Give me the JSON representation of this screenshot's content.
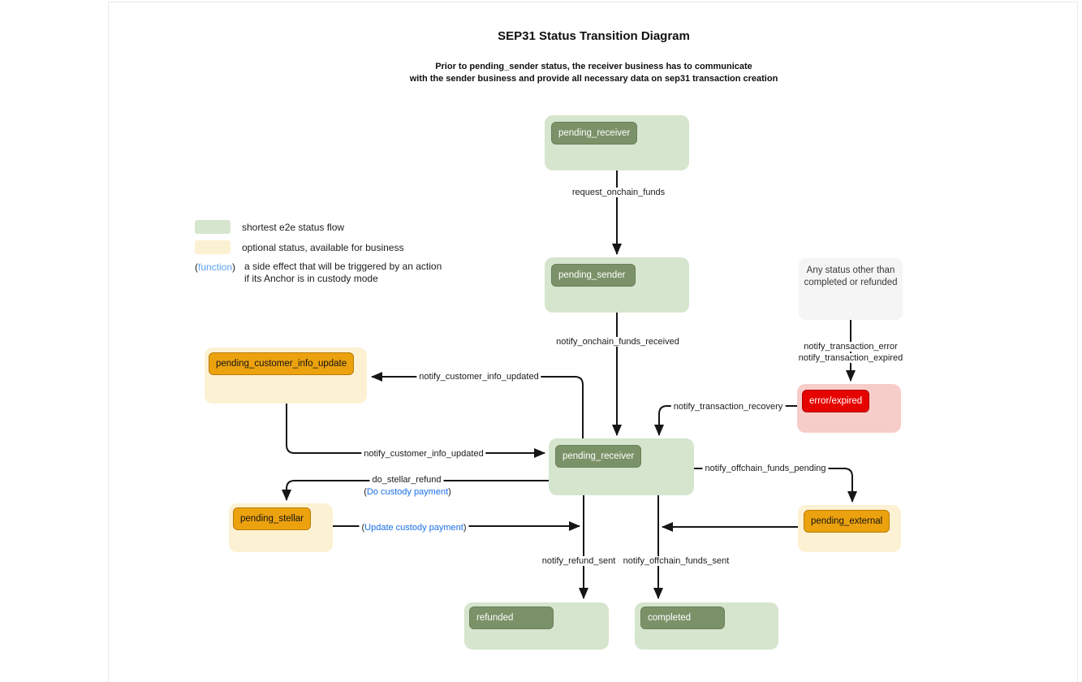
{
  "header": {
    "title": "SEP31 Status Transition Diagram",
    "subtitle_line1": "Prior to pending_sender status, the receiver business has to communicate",
    "subtitle_line2": "with the sender business and provide all necessary data on sep31 transaction creation"
  },
  "legend": {
    "green_label": "shortest e2e status flow",
    "yellow_label": "optional status, available for business",
    "function_word": "function",
    "function_desc_line1": "a side effect that will be triggered by an action",
    "function_desc_line2": "if its Anchor is in custody mode"
  },
  "parens": {
    "open": "(",
    "close": ")"
  },
  "nodes": {
    "pending_receiver_top": {
      "label": "pending_receiver"
    },
    "pending_sender": {
      "label": "pending_sender"
    },
    "any_status": {
      "line1": "Any status other than",
      "line2": "completed or refunded"
    },
    "error_expired": {
      "label": "error/expired"
    },
    "pending_customer_info_update": {
      "label": "pending_customer_info_update"
    },
    "pending_receiver_mid": {
      "label": "pending_receiver"
    },
    "pending_stellar": {
      "label": "pending_stellar"
    },
    "pending_external": {
      "label": "pending_external"
    },
    "refunded": {
      "label": "refunded"
    },
    "completed": {
      "label": "completed"
    }
  },
  "edges": {
    "request_onchain_funds": "request_onchain_funds",
    "notify_onchain_funds_received": "notify_onchain_funds_received",
    "notify_transaction_error": "notify_transaction_error",
    "notify_transaction_expired": "notify_transaction_expired",
    "notify_transaction_recovery": "notify_transaction_recovery",
    "notify_customer_info_updated_upper": "notify_customer_info_updated",
    "notify_customer_info_updated_lower": "notify_customer_info_updated",
    "do_stellar_refund": "do_stellar_refund",
    "do_custody_payment": "Do custody payment",
    "update_custody_payment": "Update custody payment",
    "notify_offchain_funds_pending": "notify_offchain_funds_pending",
    "notify_refund_sent": "notify_refund_sent",
    "notify_offchain_funds_sent": "notify_offchain_funds_sent"
  },
  "colors": {
    "shortest_flow_fill": "#d6e5cd",
    "shortest_flow_badge": "#7b9268",
    "optional_fill": "#fdf1d3",
    "optional_badge": "#eca20e",
    "error_fill": "#f6cdc9",
    "error_badge": "#e60400",
    "any_status_fill": "#f5f5f5",
    "function_blue": "#1a6fe8",
    "legend_function_blue": "#5ba3f0",
    "edge_black": "#161616"
  }
}
